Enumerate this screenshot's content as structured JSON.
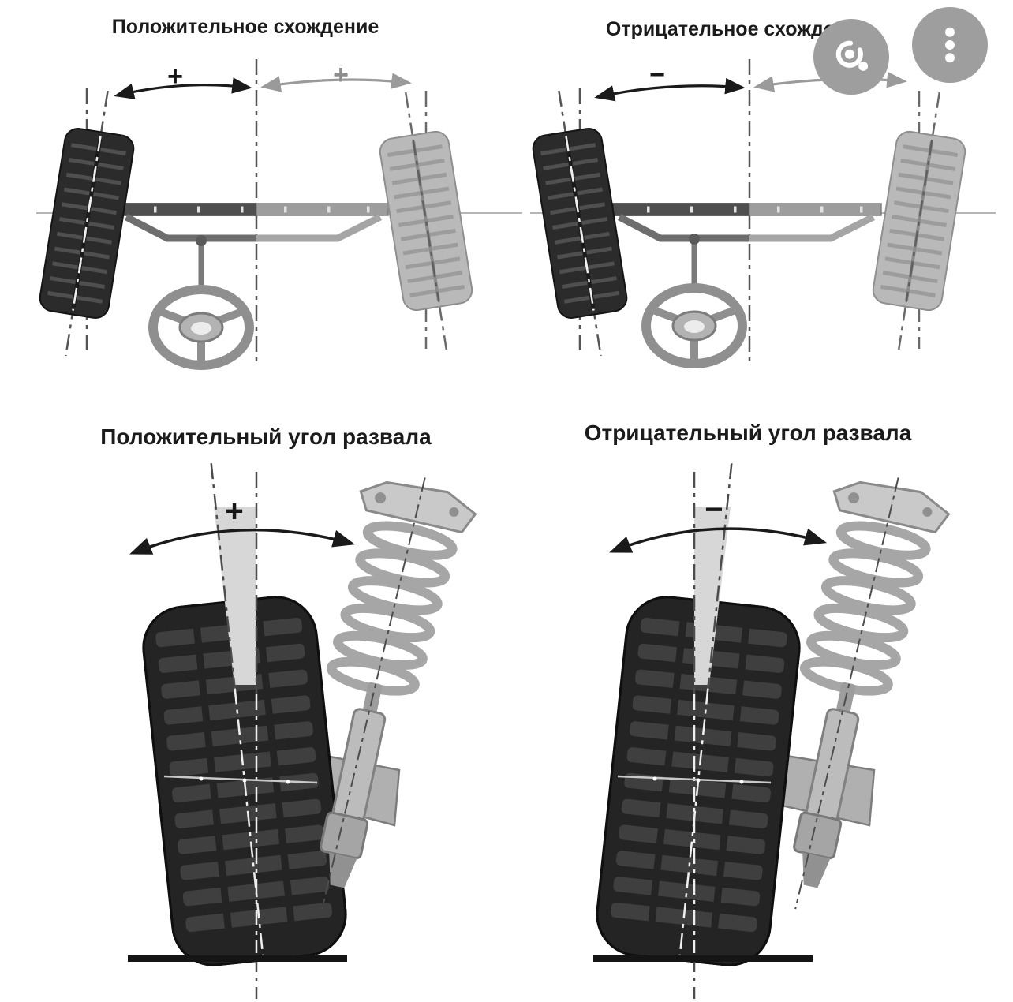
{
  "titles": {
    "toe_positive": "Положительное схождение",
    "toe_negative": "Отрицательное схождение",
    "camber_positive": "Положительный угол развала",
    "camber_negative": "Отрицательный угол развала"
  },
  "signs": {
    "toe_positive_left": "+",
    "toe_positive_right": "+",
    "toe_negative_left": "−",
    "toe_negative_right": "−",
    "camber_positive": "+",
    "camber_negative": "−"
  },
  "overlay": {
    "lens_button": "google-lens-image-search",
    "menu_button": "more-options"
  },
  "colors": {
    "background": "#ffffff",
    "title_text": "#1b1b1b",
    "dark_tire": "#2b2b2b",
    "light_tire": "#b9b9b9",
    "metal_gray": "#b0b0b0",
    "overlay_button": "#9e9e9e"
  }
}
